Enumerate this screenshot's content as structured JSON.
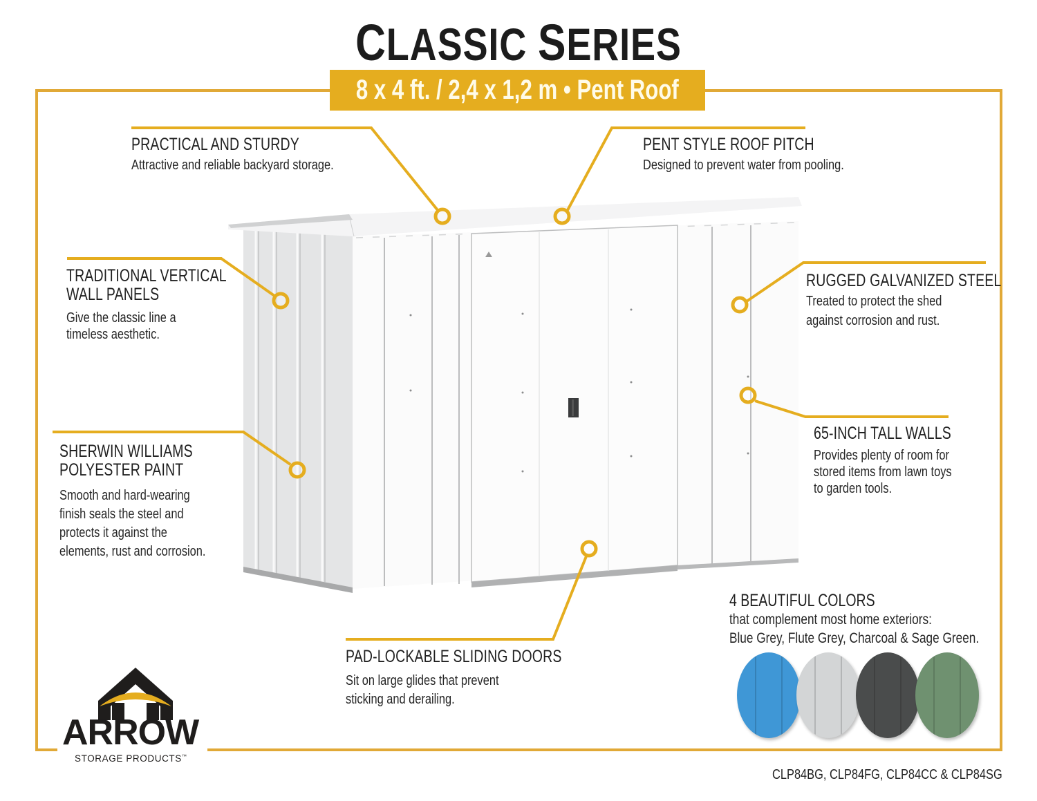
{
  "header": {
    "title": "Classic Series",
    "title_first_letter_1": "C",
    "title_rest_1": "LASSIC ",
    "title_first_letter_2": "S",
    "title_rest_2": "ERIES",
    "subtitle": "8 x 4 ft. / 2,4 x 1,2 m  •  Pent Roof"
  },
  "colors": {
    "accent": "#e5ad1f",
    "frame": "#e1a937",
    "text": "#1f1f1f"
  },
  "callouts": [
    {
      "id": "practical",
      "heading": "PRACTICAL AND STURDY",
      "lines": [
        "Attractive and reliable backyard storage."
      ]
    },
    {
      "id": "roof",
      "heading": "PENT STYLE ROOF PITCH",
      "lines": [
        "Designed to prevent water from pooling."
      ]
    },
    {
      "id": "panels",
      "heading_lines": [
        "TRADITIONAL VERTICAL",
        "WALL PANELS"
      ],
      "lines": [
        "Give the classic line a",
        "timeless aesthetic."
      ]
    },
    {
      "id": "paint",
      "heading_lines": [
        "SHERWIN WILLIAMS",
        "POLYESTER PAINT"
      ],
      "lines": [
        "Smooth and hard-wearing",
        "finish seals the steel and",
        "protects it against the",
        "elements, rust and corrosion."
      ]
    },
    {
      "id": "steel",
      "heading": "RUGGED GALVANIZED STEEL",
      "lines": [
        "Treated to protect the shed",
        "against corrosion and rust."
      ]
    },
    {
      "id": "walls",
      "heading": "65-INCH TALL WALLS",
      "lines": [
        "Provides plenty of room for",
        "stored items from lawn toys",
        "to garden tools."
      ]
    },
    {
      "id": "doors",
      "heading": "PAD-LOCKABLE SLIDING DOORS",
      "lines": [
        "Sit on large glides that prevent",
        "sticking and derailing."
      ]
    }
  ],
  "color_options": {
    "heading": "4 BEAUTIFUL COLORS",
    "line1": "that complement most home exteriors:",
    "line2": "Blue Grey, Flute Grey, Charcoal & Sage Green.",
    "swatches": [
      {
        "name": "Blue Grey",
        "hex": "#3f97d6"
      },
      {
        "name": "Flute Grey",
        "hex": "#d3d5d6"
      },
      {
        "name": "Charcoal",
        "hex": "#4a4c4c"
      },
      {
        "name": "Sage Green",
        "hex": "#6f9170"
      }
    ]
  },
  "logo": {
    "name": "ARROW",
    "tagline": "STORAGE PRODUCTS",
    "trademark": "™"
  },
  "product": {
    "image_alt": "White metal pent roof shed with sliding doors"
  },
  "footer": {
    "model_numbers": "CLP84BG, CLP84FG, CLP84CC & CLP84SG"
  }
}
